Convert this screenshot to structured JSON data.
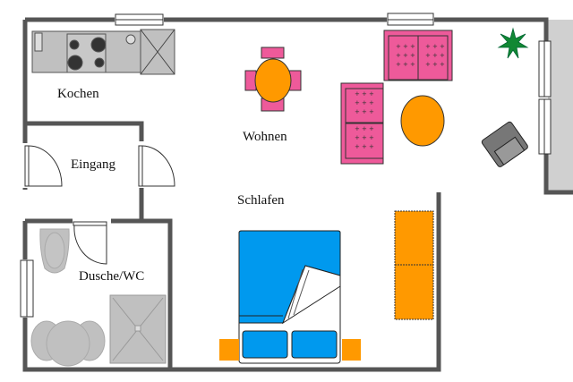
{
  "rooms": {
    "kitchen": "Kochen",
    "living": "Wohnen",
    "entrance": "Eingang",
    "sleeping": "Schlafen",
    "bathroom": "Dusche/WC"
  },
  "colors": {
    "wall": "#555555",
    "fixture_gray": "#c0c0c0",
    "sofa_pink": "#ee5a9a",
    "table_orange": "#ff9900",
    "bed_blue": "#0099ee",
    "plant_green": "#118833"
  }
}
